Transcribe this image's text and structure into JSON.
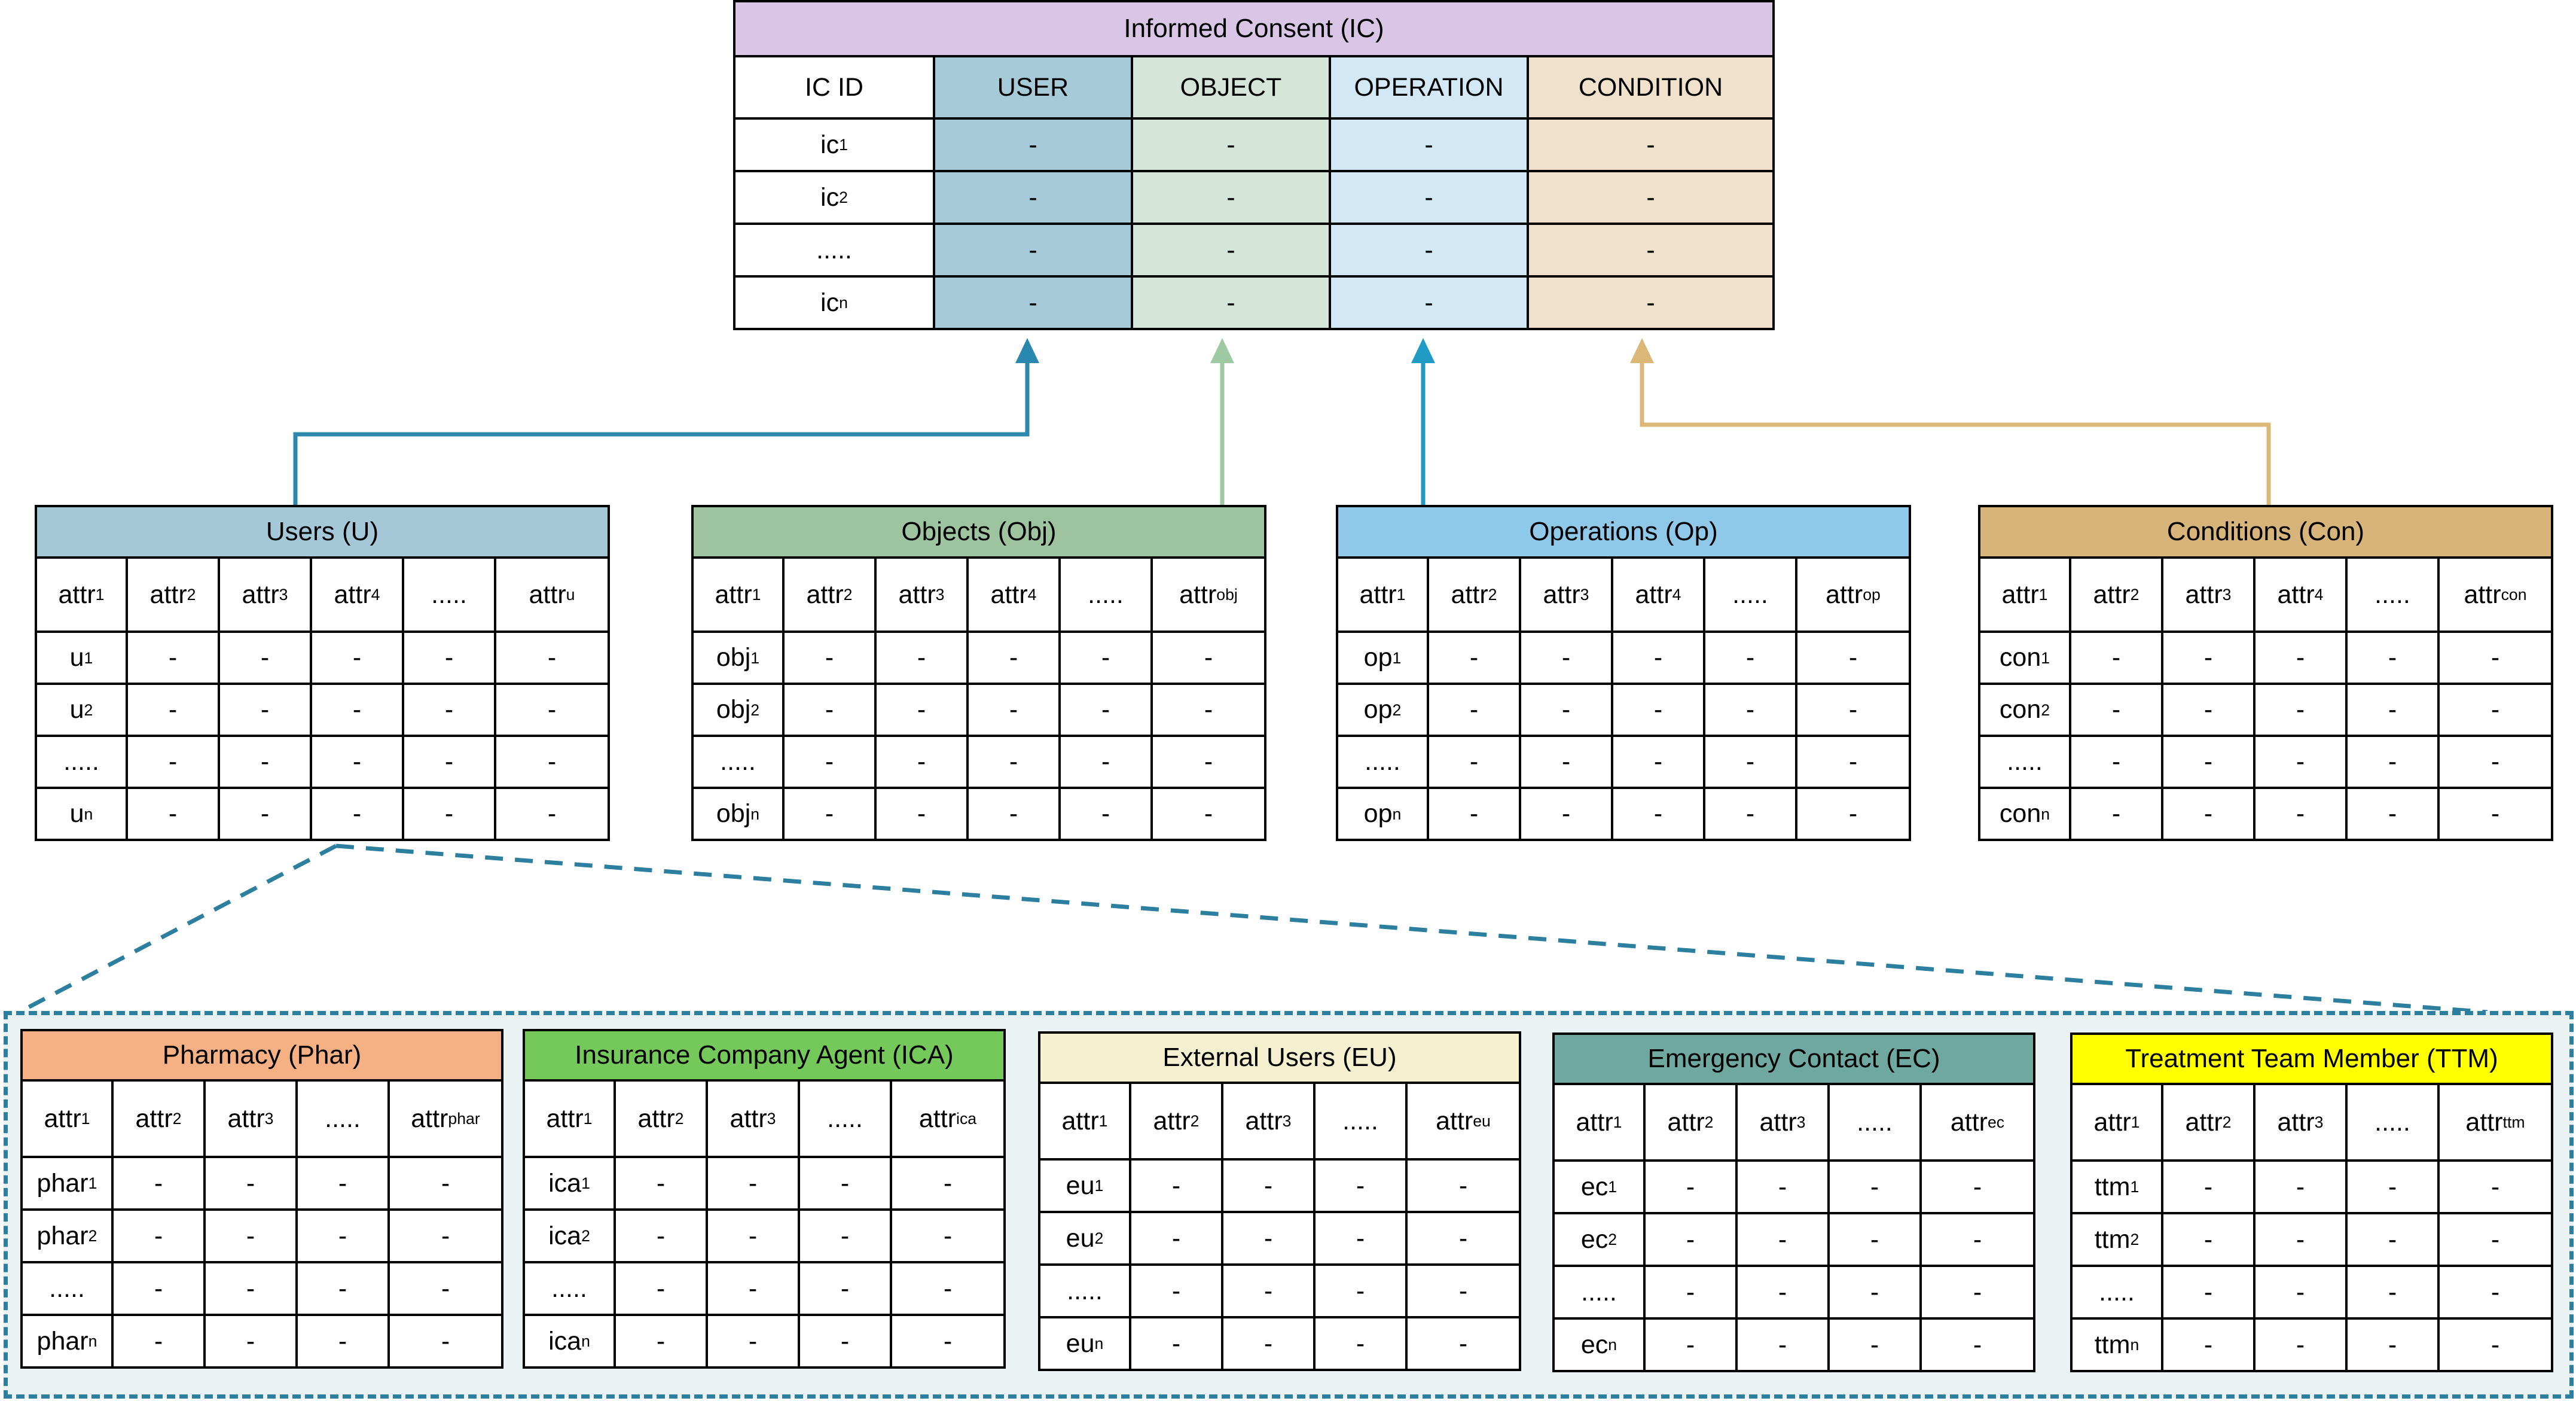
{
  "colors": {
    "ic_title": "#d9c6e6",
    "user_col": "#a7cad9",
    "object_col": "#d6e5d9",
    "operation_col": "#d3e8f5",
    "condition_col": "#efe1cc",
    "users_title": "#a5c8d8",
    "objects_title": "#9dc39f",
    "operations_title": "#8fc8e8",
    "conditions_title": "#d6b47a",
    "arrow_user": "#2a87ad",
    "arrow_object": "#9fc9a2",
    "arrow_operation": "#1f9bc4",
    "arrow_condition": "#dcb878",
    "pharmacy_title": "#f5b184",
    "ica_title": "#74c95a",
    "eu_title": "#f5f0cf",
    "ec_title": "#6fa89f",
    "ttm_title": "#ffff00",
    "panel_border": "#2d7fa0",
    "panel_fill": "#eaf2f4"
  },
  "informed_consent": {
    "title": "Informed Consent (IC)",
    "headers": [
      "IC ID",
      "USER",
      "OBJECT",
      "OPERATION",
      "CONDITION"
    ],
    "rows": [
      {
        "id": "ic",
        "sub": "1",
        "values": [
          "-",
          "-",
          "-",
          "-"
        ]
      },
      {
        "id": "ic",
        "sub": "2",
        "values": [
          "-",
          "-",
          "-",
          "-"
        ]
      },
      {
        "id": ".....",
        "sub": "",
        "values": [
          "-",
          "-",
          "-",
          "-"
        ]
      },
      {
        "id": "ic",
        "sub": "n",
        "values": [
          "-",
          "-",
          "-",
          "-"
        ]
      }
    ]
  },
  "entity_tables": [
    {
      "key": "users",
      "title": "Users (U)",
      "headers": [
        [
          "attr",
          "1"
        ],
        [
          "attr",
          "2"
        ],
        [
          "attr",
          "3"
        ],
        [
          "attr",
          "4"
        ],
        [
          ".....",
          ""
        ],
        [
          "attr",
          "u"
        ]
      ],
      "rows": [
        [
          [
            "u",
            "1"
          ],
          "-",
          "-",
          "-",
          "-",
          "-"
        ],
        [
          [
            "u",
            "2"
          ],
          "-",
          "-",
          "-",
          "-",
          "-"
        ],
        [
          [
            ".....",
            ""
          ],
          "-",
          "-",
          "-",
          "-",
          "-"
        ],
        [
          [
            "u",
            "n"
          ],
          "-",
          "-",
          "-",
          "-",
          "-"
        ]
      ]
    },
    {
      "key": "objects",
      "title": "Objects (Obj)",
      "headers": [
        [
          "attr",
          "1"
        ],
        [
          "attr",
          "2"
        ],
        [
          "attr",
          "3"
        ],
        [
          "attr",
          "4"
        ],
        [
          ".....",
          ""
        ],
        [
          "attr",
          "obj"
        ]
      ],
      "rows": [
        [
          [
            "obj",
            "1"
          ],
          "-",
          "-",
          "-",
          "-",
          "-"
        ],
        [
          [
            "obj",
            "2"
          ],
          "-",
          "-",
          "-",
          "-",
          "-"
        ],
        [
          [
            ".....",
            ""
          ],
          "-",
          "-",
          "-",
          "-",
          "-"
        ],
        [
          [
            "obj",
            "n"
          ],
          "-",
          "-",
          "-",
          "-",
          "-"
        ]
      ]
    },
    {
      "key": "operations",
      "title": "Operations (Op)",
      "headers": [
        [
          "attr",
          "1"
        ],
        [
          "attr",
          "2"
        ],
        [
          "attr",
          "3"
        ],
        [
          "attr",
          "4"
        ],
        [
          ".....",
          ""
        ],
        [
          "attr",
          "op"
        ]
      ],
      "rows": [
        [
          [
            "op",
            "1"
          ],
          "-",
          "-",
          "-",
          "-",
          "-"
        ],
        [
          [
            "op",
            "2"
          ],
          "-",
          "-",
          "-",
          "-",
          "-"
        ],
        [
          [
            ".....",
            ""
          ],
          "-",
          "-",
          "-",
          "-",
          "-"
        ],
        [
          [
            "op",
            "n"
          ],
          "-",
          "-",
          "-",
          "-",
          "-"
        ]
      ]
    },
    {
      "key": "conditions",
      "title": "Conditions (Con)",
      "headers": [
        [
          "attr",
          "1"
        ],
        [
          "attr",
          "2"
        ],
        [
          "attr",
          "3"
        ],
        [
          "attr",
          "4"
        ],
        [
          ".....",
          ""
        ],
        [
          "attr",
          "con"
        ]
      ],
      "rows": [
        [
          [
            "con",
            "1"
          ],
          "-",
          "-",
          "-",
          "-",
          "-"
        ],
        [
          [
            "con",
            "2"
          ],
          "-",
          "-",
          "-",
          "-",
          "-"
        ],
        [
          [
            ".....",
            ""
          ],
          "-",
          "-",
          "-",
          "-",
          "-"
        ],
        [
          [
            "con",
            "n"
          ],
          "-",
          "-",
          "-",
          "-",
          "-"
        ]
      ]
    }
  ],
  "user_types": [
    {
      "key": "pharmacy",
      "title": "Pharmacy (Phar)",
      "headers": [
        [
          "attr",
          "1"
        ],
        [
          "attr",
          "2"
        ],
        [
          "attr",
          "3"
        ],
        [
          ".....",
          ""
        ],
        [
          "attr",
          "phar"
        ]
      ],
      "rows": [
        [
          [
            "phar",
            "1"
          ],
          "-",
          "-",
          "-",
          "-"
        ],
        [
          [
            "phar",
            "2"
          ],
          "-",
          "-",
          "-",
          "-"
        ],
        [
          [
            ".....",
            ""
          ],
          "-",
          "-",
          "-",
          "-"
        ],
        [
          [
            "phar",
            "n"
          ],
          "-",
          "-",
          "-",
          "-"
        ]
      ]
    },
    {
      "key": "ica",
      "title": "Insurance Company Agent (ICA)",
      "headers": [
        [
          "attr",
          "1"
        ],
        [
          "attr",
          "2"
        ],
        [
          "attr",
          "3"
        ],
        [
          ".....",
          ""
        ],
        [
          "attr",
          "ica"
        ]
      ],
      "rows": [
        [
          [
            "ica",
            "1"
          ],
          "-",
          "-",
          "-",
          "-"
        ],
        [
          [
            "ica",
            "2"
          ],
          "-",
          "-",
          "-",
          "-"
        ],
        [
          [
            ".....",
            ""
          ],
          "-",
          "-",
          "-",
          "-"
        ],
        [
          [
            "ica",
            "n"
          ],
          "-",
          "-",
          "-",
          "-"
        ]
      ]
    },
    {
      "key": "eu",
      "title": "External Users (EU)",
      "headers": [
        [
          "attr",
          "1"
        ],
        [
          "attr",
          "2"
        ],
        [
          "attr",
          "3"
        ],
        [
          ".....",
          ""
        ],
        [
          "attr",
          "eu"
        ]
      ],
      "rows": [
        [
          [
            "eu",
            "1"
          ],
          "-",
          "-",
          "-",
          "-"
        ],
        [
          [
            "eu",
            "2"
          ],
          "-",
          "-",
          "-",
          "-"
        ],
        [
          [
            ".....",
            ""
          ],
          "-",
          "-",
          "-",
          "-"
        ],
        [
          [
            "eu",
            "n"
          ],
          "-",
          "-",
          "-",
          "-"
        ]
      ]
    },
    {
      "key": "ec",
      "title": "Emergency Contact (EC)",
      "headers": [
        [
          "attr",
          "1"
        ],
        [
          "attr",
          "2"
        ],
        [
          "attr",
          "3"
        ],
        [
          ".....",
          ""
        ],
        [
          "attr",
          "ec"
        ]
      ],
      "rows": [
        [
          [
            "ec",
            "1"
          ],
          "-",
          "-",
          "-",
          "-"
        ],
        [
          [
            "ec",
            "2"
          ],
          "-",
          "-",
          "-",
          "-"
        ],
        [
          [
            ".....",
            ""
          ],
          "-",
          "-",
          "-",
          "-"
        ],
        [
          [
            "ec",
            "n"
          ],
          "-",
          "-",
          "-",
          "-"
        ]
      ]
    },
    {
      "key": "ttm",
      "title": "Treatment Team Member (TTM)",
      "headers": [
        [
          "attr",
          "1"
        ],
        [
          "attr",
          "2"
        ],
        [
          "attr",
          "3"
        ],
        [
          ".....",
          ""
        ],
        [
          "attr",
          "ttm"
        ]
      ],
      "rows": [
        [
          [
            "ttm",
            "1"
          ],
          "-",
          "-",
          "-",
          "-"
        ],
        [
          [
            "ttm",
            "2"
          ],
          "-",
          "-",
          "-",
          "-"
        ],
        [
          [
            ".....",
            ""
          ],
          "-",
          "-",
          "-",
          "-"
        ],
        [
          [
            "ttm",
            "n"
          ],
          "-",
          "-",
          "-",
          "-"
        ]
      ]
    }
  ]
}
